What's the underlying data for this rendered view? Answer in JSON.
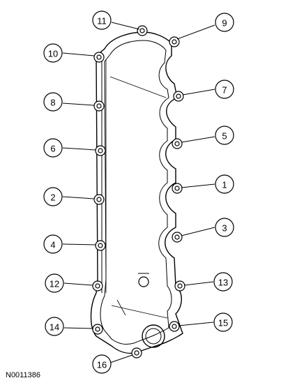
{
  "figure_id": "N0011386",
  "callouts": [
    {
      "label": "11"
    },
    {
      "label": "9"
    },
    {
      "label": "10"
    },
    {
      "label": "7"
    },
    {
      "label": "8"
    },
    {
      "label": "5"
    },
    {
      "label": "6"
    },
    {
      "label": "1"
    },
    {
      "label": "2"
    },
    {
      "label": "3"
    },
    {
      "label": "4"
    },
    {
      "label": "12"
    },
    {
      "label": "13"
    },
    {
      "label": "14"
    },
    {
      "label": "15"
    },
    {
      "label": "16"
    }
  ]
}
